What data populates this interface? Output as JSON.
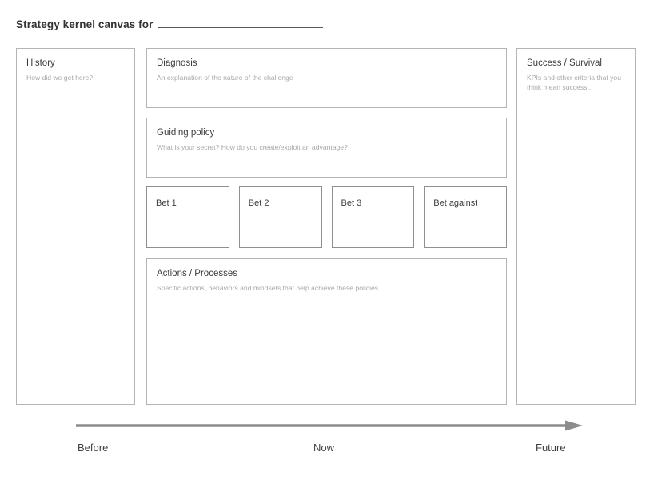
{
  "header": {
    "title": "Strategy kernel canvas for",
    "blank_line": ""
  },
  "panels": {
    "history": {
      "title": "History",
      "subtitle": "How did we get here?"
    },
    "diagnosis": {
      "title": "Diagnosis",
      "subtitle": "An explanation of the nature of the challenge"
    },
    "guiding_policy": {
      "title": "Guiding policy",
      "subtitle": "What is your secret? How do you create/exploit an advantage?"
    },
    "actions": {
      "title": "Actions / Processes",
      "subtitle": "Specific actions, behaviors and mindsets that help achieve these policies."
    },
    "success": {
      "title": "Success / Survival",
      "subtitle": "KPIs and other criteria that you think mean success..."
    }
  },
  "bets": [
    {
      "label": "Bet 1"
    },
    {
      "label": "Bet 2"
    },
    {
      "label": "Bet 3"
    },
    {
      "label": "Bet against"
    }
  ],
  "timeline": {
    "arrow_icon": "right-arrow-icon",
    "labels": {
      "before": "Before",
      "now": "Now",
      "future": "Future"
    }
  },
  "colors": {
    "panel_border": "#b4b4b4",
    "bet_border": "#8f8f8f",
    "title_text": "#3c3c3c",
    "subtitle_text": "#a8a8a8",
    "arrow": "#8c8c8c",
    "underline": "#5a5a5a"
  }
}
